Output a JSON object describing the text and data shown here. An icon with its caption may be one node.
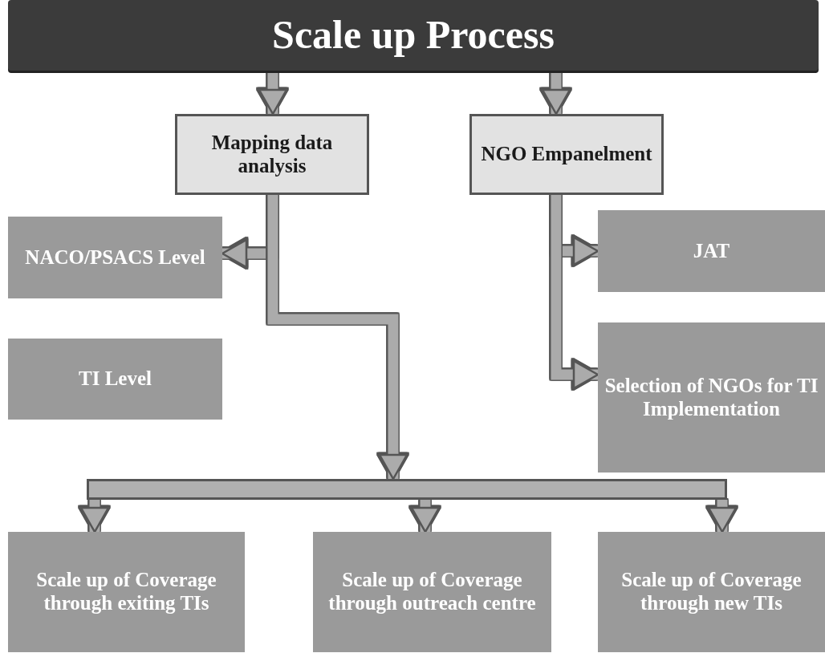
{
  "diagram": {
    "nodes": [
      {
        "text": [
          "Scale up Process"
        ]
      },
      {
        "text": [
          "Mapping data analysis"
        ]
      },
      {
        "text": [
          "NGO Empanelment"
        ]
      },
      {
        "text": [
          "NACO/PSACS Level"
        ]
      },
      {
        "text": [
          "JAT"
        ]
      },
      {
        "text": [
          "TI Level"
        ]
      },
      {
        "text": [
          "Selection of NGOs for TI Implementation"
        ]
      },
      {
        "text": [],
        "shape": "bar"
      },
      {
        "text": [
          "Scale up of Coverage through exiting TIs"
        ]
      },
      {
        "text": [
          "Scale up of Coverage through outreach centre"
        ]
      },
      {
        "text": [
          "Scale up of Coverage through new TIs"
        ]
      }
    ],
    "edges": [
      {
        "from": 0,
        "to": 1,
        "arrow": "to"
      },
      {
        "from": 0,
        "to": 2,
        "arrow": "to"
      },
      {
        "from": 1,
        "to": 3,
        "arrow": "to"
      },
      {
        "from": 1,
        "to": 7,
        "arrow": "to"
      },
      {
        "from": 2,
        "to": 4,
        "arrow": "to"
      },
      {
        "from": 2,
        "to": 6,
        "arrow": "to"
      },
      {
        "from": 7,
        "to": 8,
        "arrow": "to"
      },
      {
        "from": 7,
        "to": 9,
        "arrow": "to"
      },
      {
        "from": 7,
        "to": 10,
        "arrow": "to"
      }
    ]
  }
}
